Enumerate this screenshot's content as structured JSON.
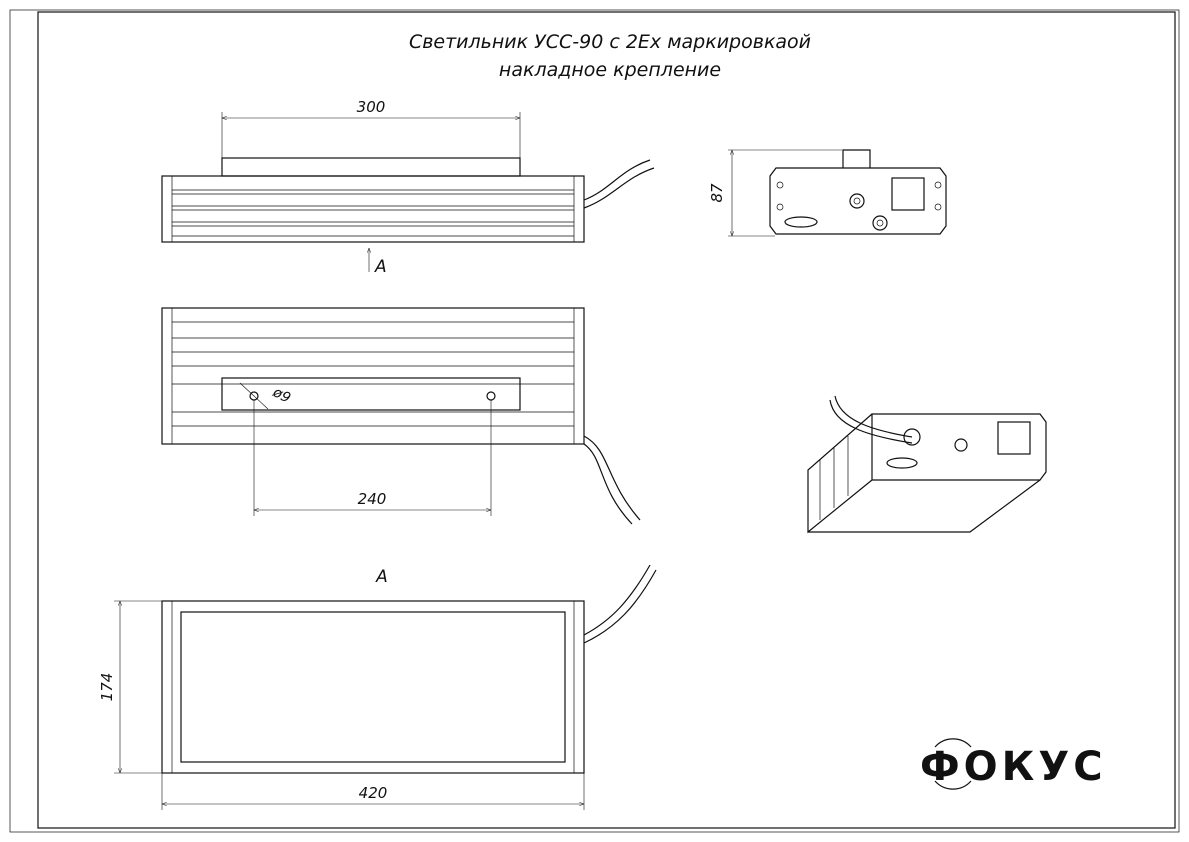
{
  "title": {
    "line1": "Светильник УСС-90 с 2Ех маркировкаой",
    "line2": "накладное крепление"
  },
  "dimensions": {
    "top_length": "300",
    "side_height": "87",
    "hole_spacing": "240",
    "hole_diameter": "ø9",
    "bottom_height": "174",
    "bottom_length": "420"
  },
  "view_labels": {
    "arrow_label": "A",
    "view_a_title": "A"
  },
  "logo": {
    "text": "ФОКУС"
  }
}
